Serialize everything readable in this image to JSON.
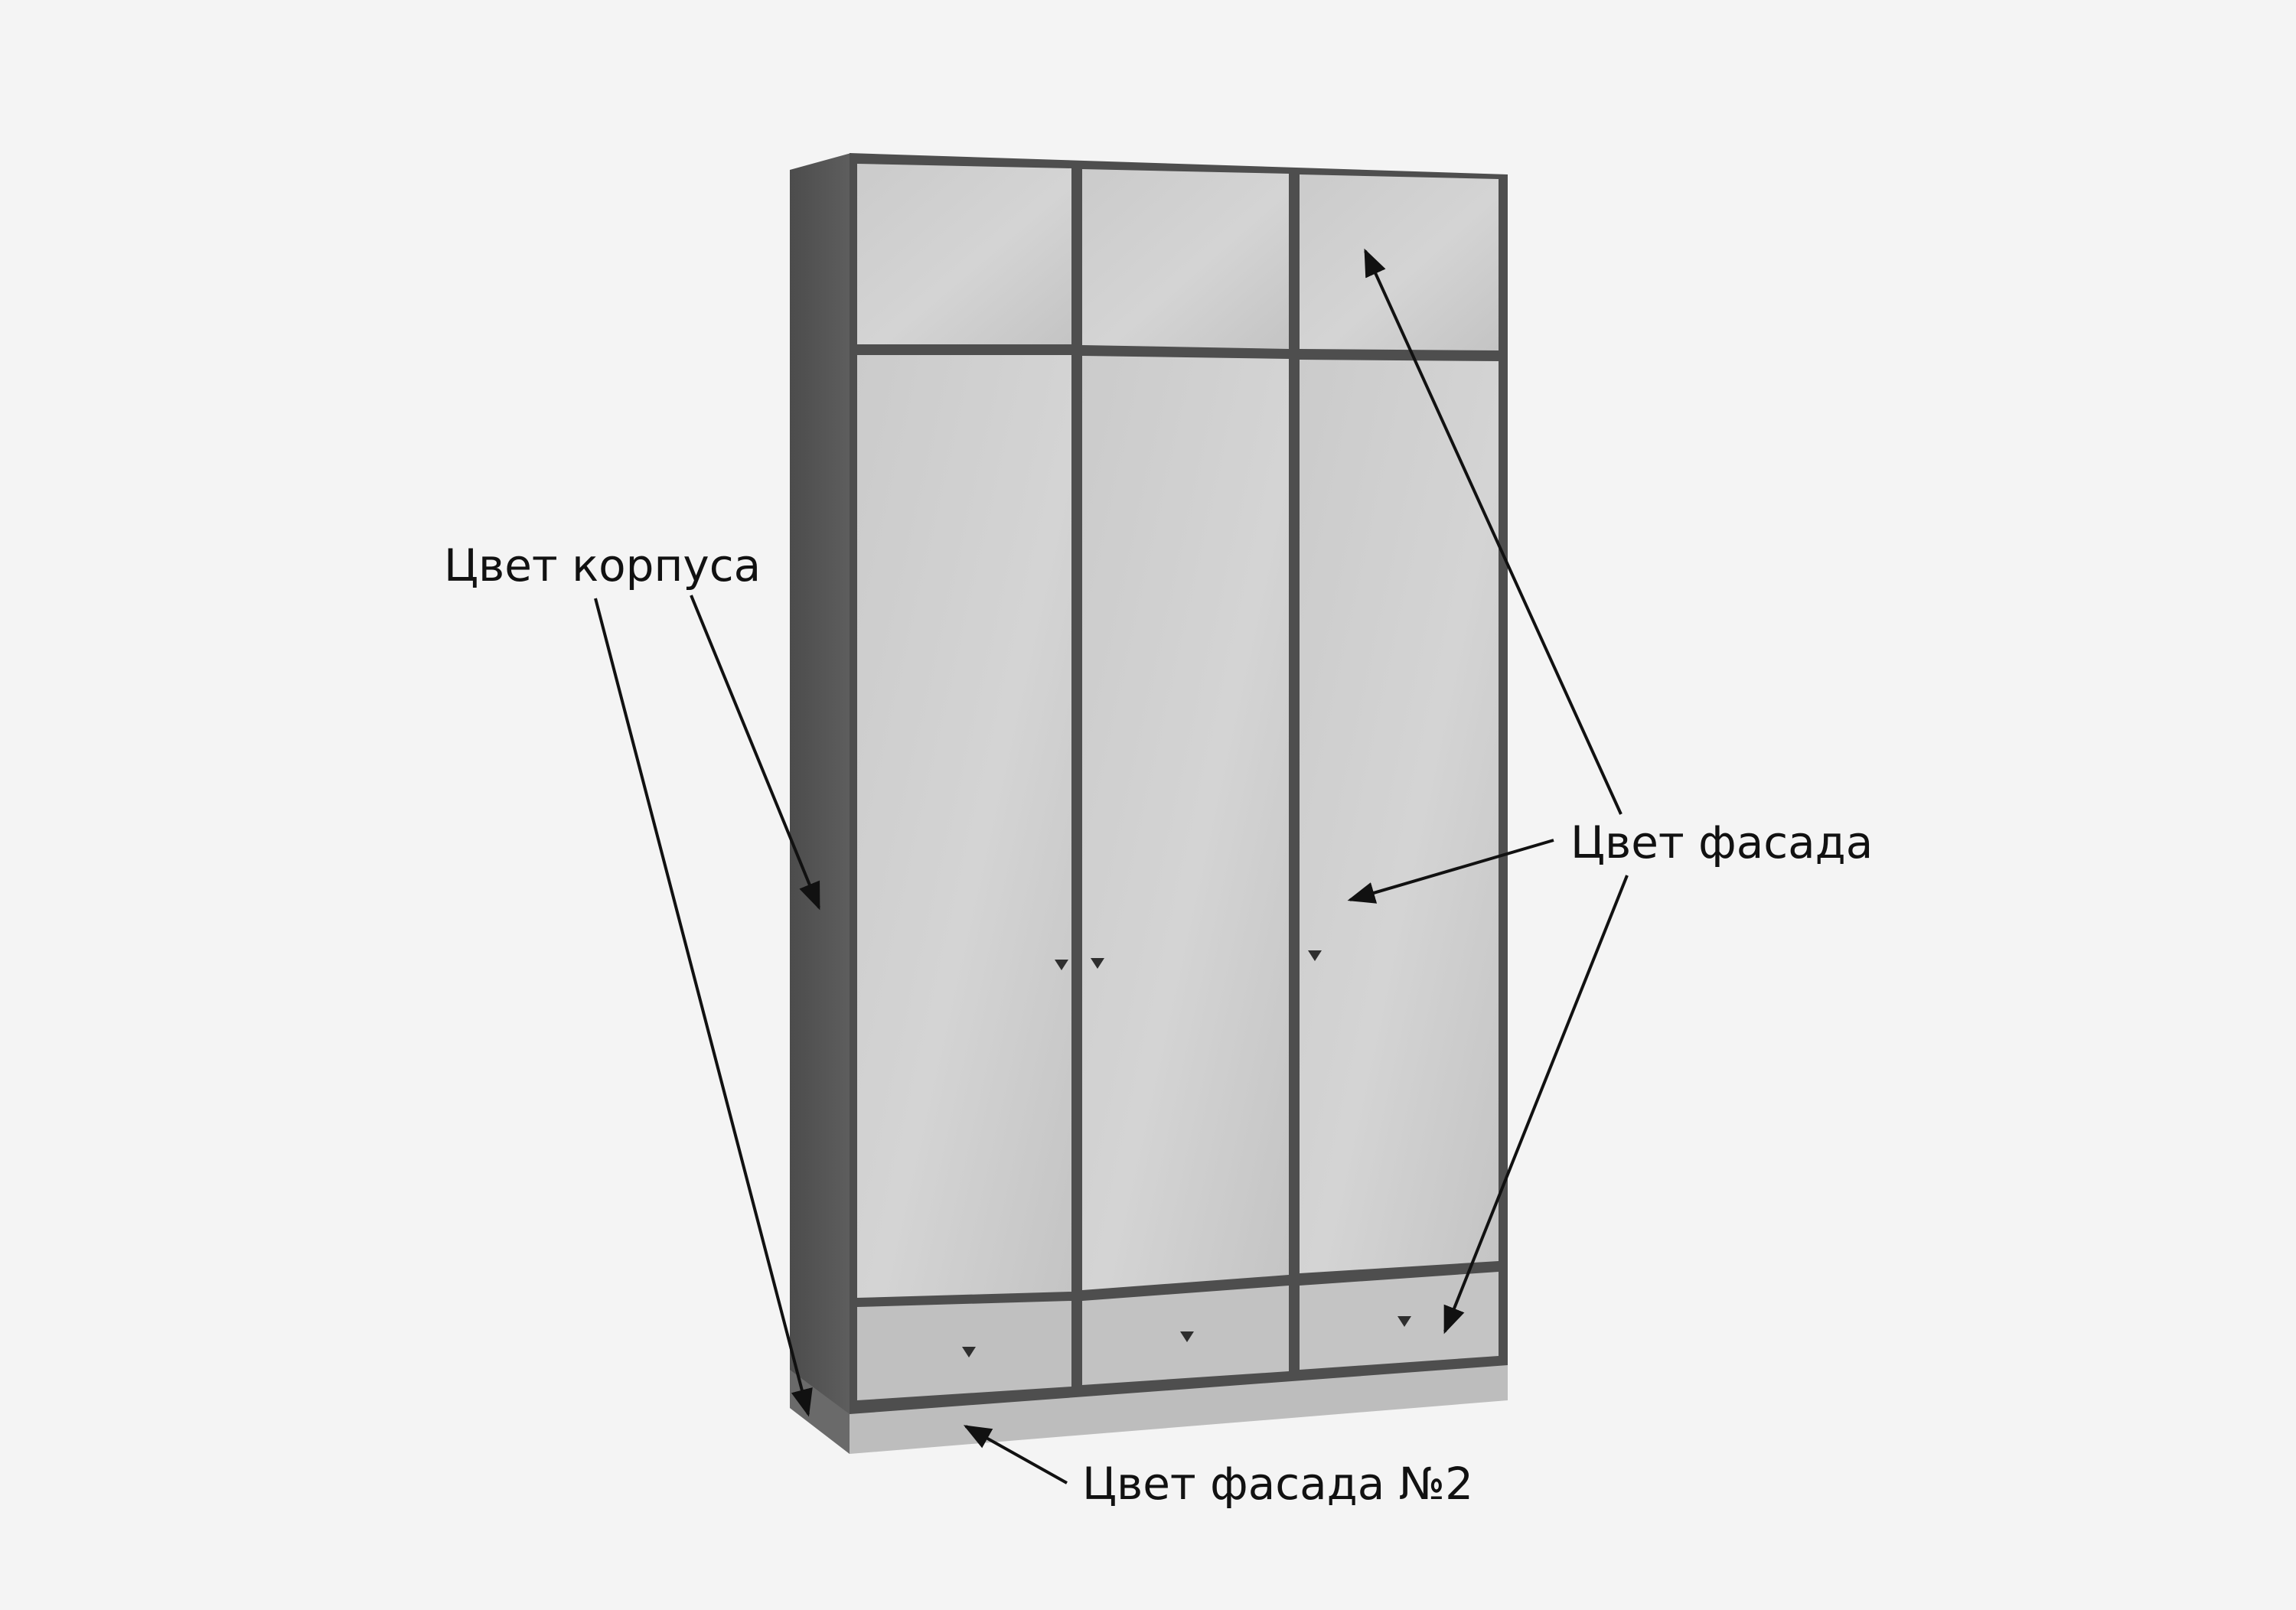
{
  "labels": {
    "body_color": "Цвет корпуса",
    "facade_color": "Цвет фасада",
    "facade_color_2": "Цвет фасада №2"
  },
  "colors": {
    "background": "#f4f4f4",
    "body": "#585858",
    "body_frame": "#4a4a4a",
    "facade": "#c9c9c9",
    "plinth": "#b9b9b9",
    "arrow": "#111111"
  },
  "wardrobe": {
    "columns": 3,
    "top_compartments": 3,
    "doors": 3,
    "drawers": 3
  }
}
